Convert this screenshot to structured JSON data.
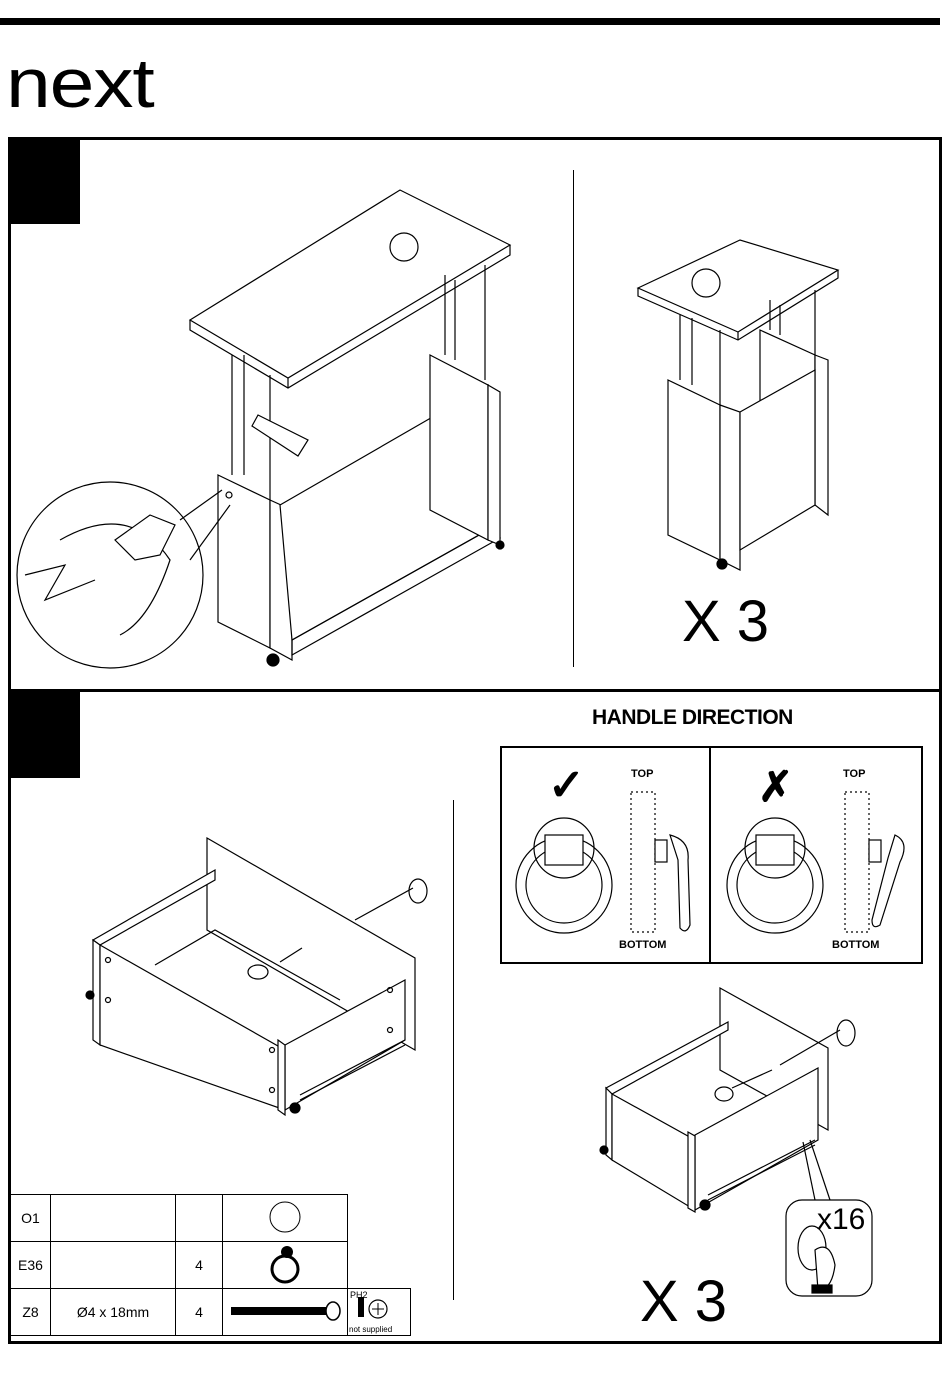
{
  "brand": {
    "logo_text": "next"
  },
  "step1": {
    "multiplier": "X 3"
  },
  "step2": {
    "handle_direction": {
      "title": "HANDLE DIRECTION",
      "top_label": "TOP",
      "bottom_label": "BOTTOM",
      "correct_mark": "✓",
      "wrong_mark": "✗"
    },
    "multiplier": "X 3",
    "screw_count": "x16"
  },
  "parts_table": {
    "rows": [
      {
        "code": "O1",
        "spec": "",
        "qty": "",
        "icon": "circle-part-icon"
      },
      {
        "code": "E36",
        "spec": "",
        "qty": "4",
        "icon": "ring-handle-icon"
      },
      {
        "code": "Z8",
        "spec": "Ø4 x 18mm",
        "qty": "4",
        "icon": "screw-icon"
      }
    ],
    "tool": {
      "label": "PH2",
      "note": "not supplied",
      "icon": "screwdriver-icon"
    }
  }
}
